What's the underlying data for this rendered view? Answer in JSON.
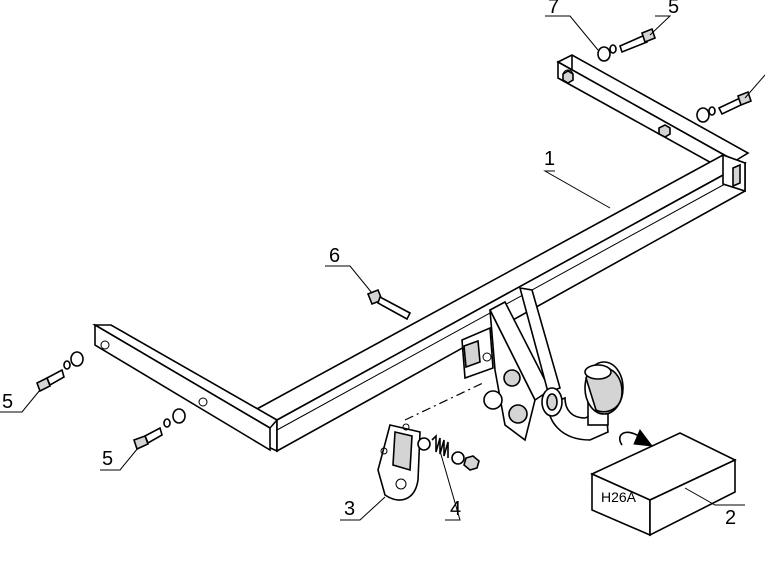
{
  "callouts": {
    "part_1": "1",
    "part_2": "2",
    "part_3": "3",
    "part_4": "4",
    "part_5_top": "5",
    "part_5_left": "5",
    "part_5_bottom": "5",
    "part_6": "6",
    "part_7": "7"
  },
  "module_box": {
    "code": "H26A"
  }
}
